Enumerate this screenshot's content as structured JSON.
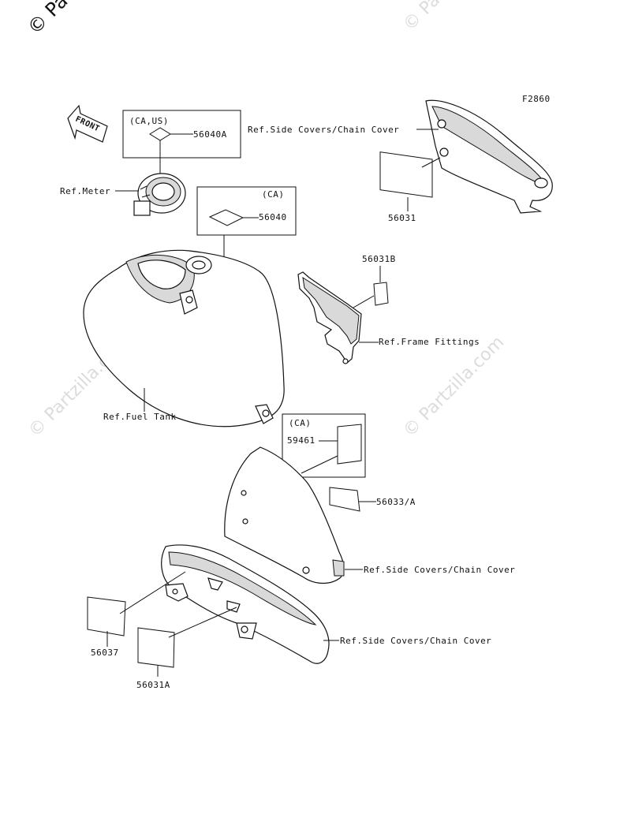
{
  "watermark": {
    "text": "© Partzilla.com",
    "corner_text": "© Pa"
  },
  "figure_code": "F2860",
  "arrow": {
    "text": "FRONT"
  },
  "labels": {
    "ref_side_covers_top": "Ref.Side Covers/Chain Cover",
    "ref_meter": "Ref.Meter",
    "ref_frame_fittings": "Ref.Frame Fittings",
    "ref_fuel_tank": "Ref.Fuel Tank",
    "ref_side_covers_mid": "Ref.Side Covers/Chain Cover",
    "ref_side_covers_bottom": "Ref.Side Covers/Chain Cover"
  },
  "region_boxes": {
    "ca_us": "(CA,US)",
    "ca_1": "(CA)",
    "ca_2": "(CA)"
  },
  "parts": {
    "p56040A": "56040A",
    "p56040": "56040",
    "p56031": "56031",
    "p56031B": "56031B",
    "p59461": "59461",
    "p56033A": "56033/A",
    "p56037": "56037",
    "p56031A": "56031A"
  }
}
